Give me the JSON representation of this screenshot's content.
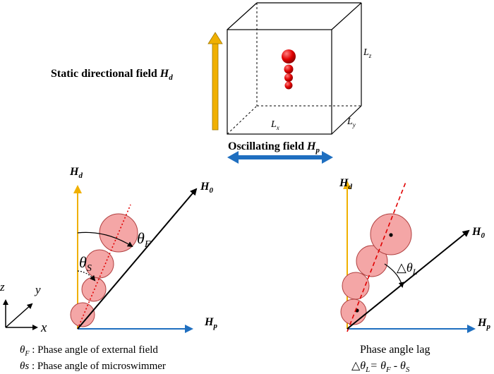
{
  "top": {
    "static_field_label": "Static directional field ",
    "static_field_symbol": "H",
    "static_field_sub": "d",
    "oscillating_label": "Oscillating field ",
    "oscillating_symbol": "H",
    "oscillating_sub": "p",
    "box_labels": {
      "lx": "L",
      "lx_sub": "x",
      "ly": "L",
      "ly_sub": "y",
      "lz": "L",
      "lz_sub": "z"
    }
  },
  "left_panel": {
    "hd": "H",
    "hd_sub": "d",
    "h0": "H",
    "h0_sub": "0",
    "hp": "H",
    "hp_sub": "p",
    "theta_f": "θ",
    "theta_f_sub": "F",
    "theta_s": "θ",
    "theta_s_sub": "S",
    "axes": {
      "z": "z",
      "y": "y",
      "x": "x"
    },
    "legend_line1_sym": "θ",
    "legend_line1_sub": "F",
    "legend_line1_text": " : Phase angle of external field",
    "legend_line2_sym": "θs",
    "legend_line2_text": " : Phase angle of microswimmer"
  },
  "right_panel": {
    "hd": "H",
    "hd_sub": "d",
    "h0": "H",
    "h0_sub": "0",
    "hp": "H",
    "hp_sub": "p",
    "delta_theta": "△θ",
    "delta_theta_sub": "L",
    "caption_line1": "Phase angle lag",
    "caption_line2_a": "△θ",
    "caption_line2_a_sub": "L",
    "caption_line2_b": "= θ",
    "caption_line2_b_sub": "F",
    "caption_line2_c": " - θ",
    "caption_line2_c_sub": "S"
  },
  "colors": {
    "static_field": "#f0b000",
    "oscillating_field": "#1f6fc0",
    "sphere_fill": "#f4a6a6",
    "sphere_top": "#e00000",
    "dotted_line": "#e00000"
  }
}
